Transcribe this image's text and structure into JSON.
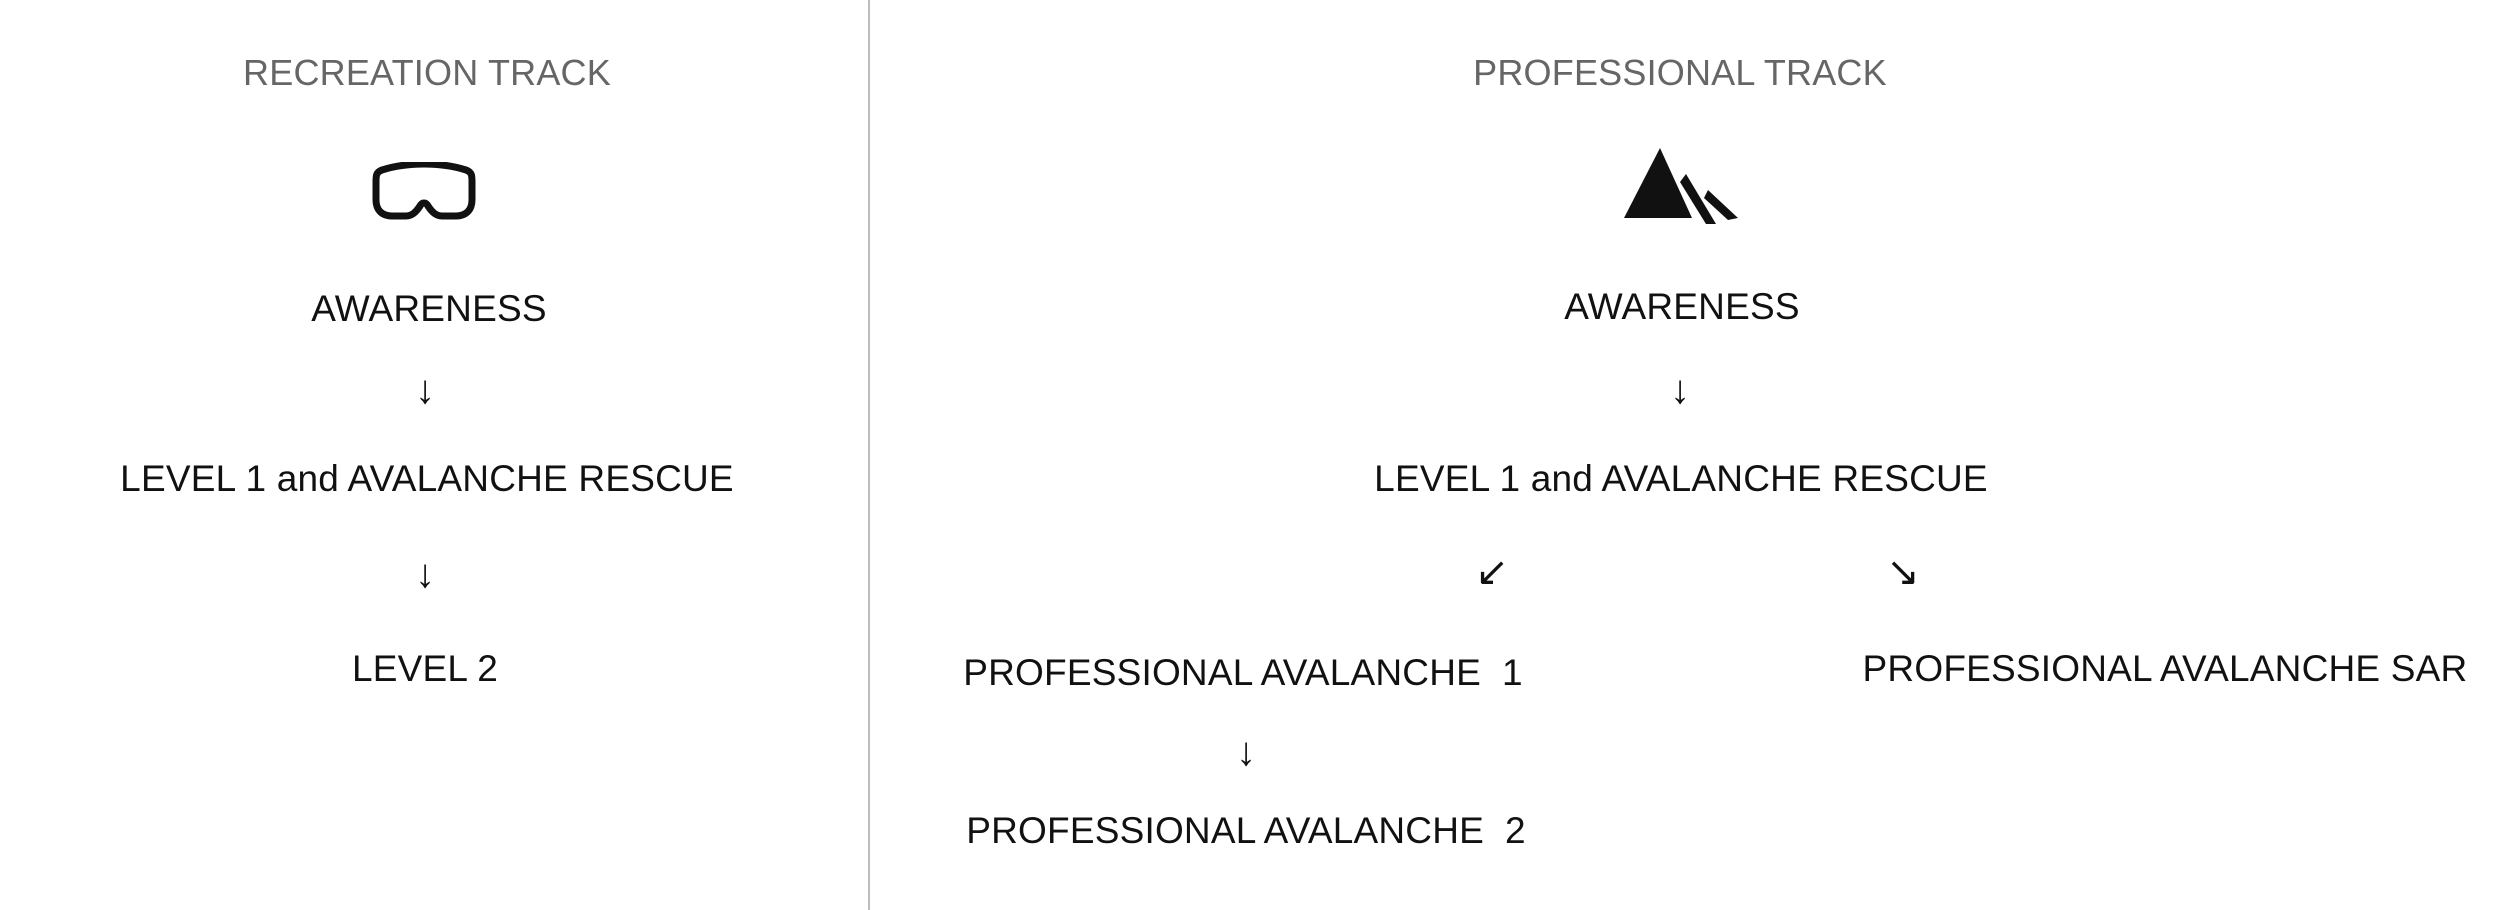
{
  "recreation": {
    "heading": "RECREATION TRACK",
    "icon": "ski-goggles-icon",
    "steps": {
      "awareness": "AWARENESS",
      "level1": "LEVEL 1 and AVALANCHE RESCUE",
      "level2": "LEVEL 2"
    },
    "arrows": {
      "down": "↓"
    }
  },
  "professional": {
    "heading": "PROFESSIONAL TRACK",
    "icon": "mountain-peaks-icon",
    "steps": {
      "awareness": "AWARENESS",
      "level1": "LEVEL 1 and AVALANCHE RESCUE",
      "pro1": "PROFESSIONAL AVALANCHE  1",
      "pro2": "PROFESSIONAL AVALANCHE  2",
      "sar": "PROFESSIONAL AVALANCHE SAR"
    },
    "arrows": {
      "down": "↓",
      "down_left": "↙",
      "down_right": "↘"
    }
  },
  "colors": {
    "heading": "#666666",
    "text": "#111111",
    "divider": "#bdbdbd",
    "background": "#ffffff"
  }
}
